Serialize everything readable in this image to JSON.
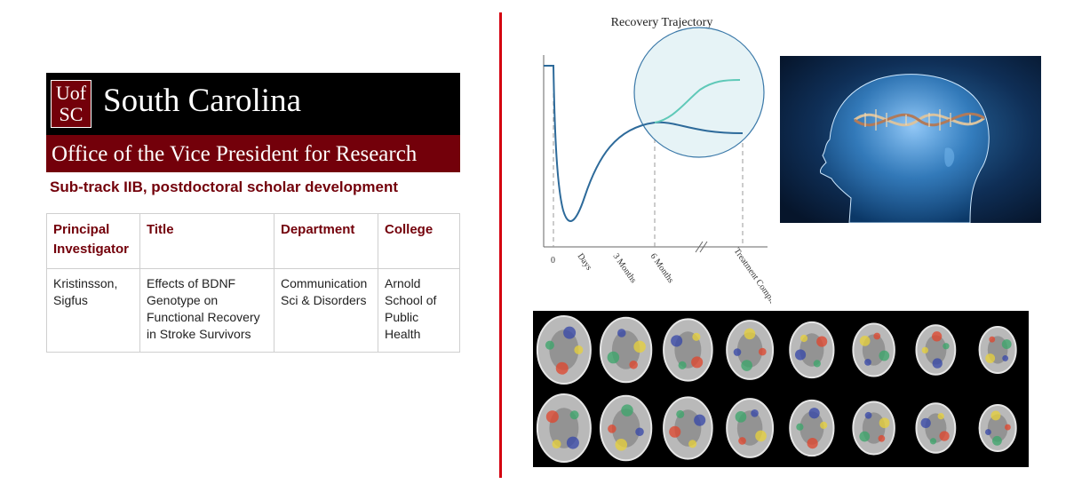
{
  "banner": {
    "logo_line1": "Uof",
    "logo_line2": "SC",
    "brand_name": "South Carolina",
    "office_title": "Office of the Vice President for Research",
    "primary_color": "#000000",
    "accent_color": "#73000a"
  },
  "subtrack": "Sub-track IIB, postdoctoral scholar development",
  "table": {
    "headers": [
      "Principal Investigator",
      "Title",
      "Department",
      "College"
    ],
    "rows": [
      [
        "Kristinsson, Sigfus",
        "Effects of BDNF Genotype on Functional Recovery in Stroke Survivors",
        "Communication Sci & Disorders",
        "Arnold School of Public Health"
      ]
    ]
  },
  "chart": {
    "title": "Recovery Trajectory",
    "x_ticks": [
      "0",
      "Days",
      "3 Months",
      "6 Months",
      "Treatment Complete"
    ],
    "line_color": "#2d6a9a",
    "highlight_color": "#5fc9b8",
    "circle_fill": "#e6f3f6"
  },
  "images": {
    "head": "human head profile with DNA helix",
    "brain_grid": "brain MRI activation maps"
  }
}
